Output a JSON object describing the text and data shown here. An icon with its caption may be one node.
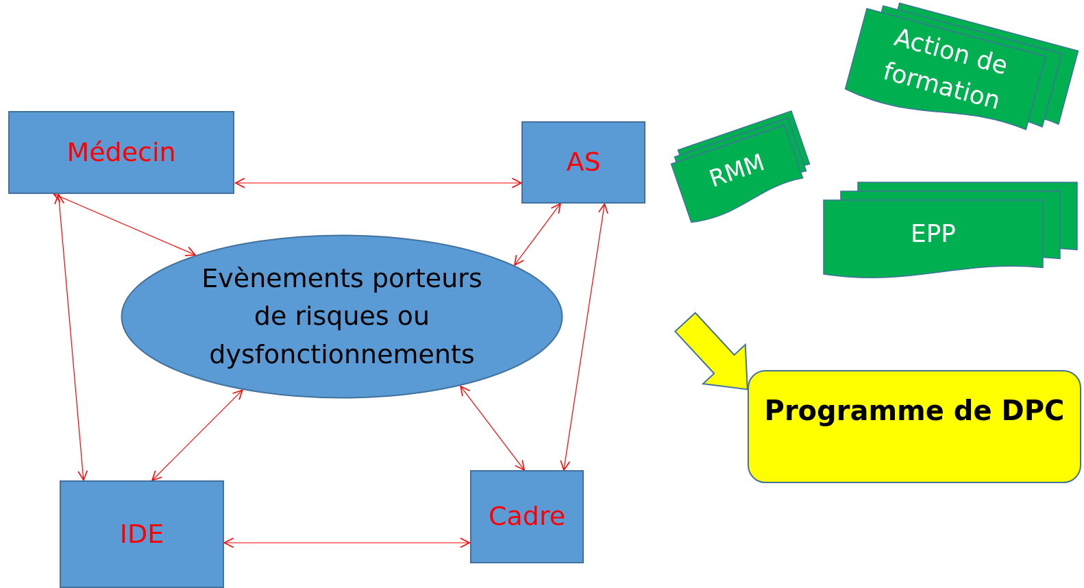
{
  "diagram": {
    "nodes": [
      {
        "text": [
          "Médecin"
        ]
      },
      {
        "text": [
          "AS"
        ]
      },
      {
        "text": [
          "Evènements porteurs de risques ou dysfonctionnements"
        ]
      },
      {
        "text": [
          "IDE"
        ]
      },
      {
        "text": [
          "Cadre"
        ]
      },
      {
        "text": [
          "RMM"
        ]
      },
      {
        "text": [
          "Action de formation"
        ]
      },
      {
        "text": [
          "EPP"
        ]
      },
      {
        "text": [
          "Programme de DPC"
        ]
      }
    ],
    "edges": [
      {
        "from": 0,
        "to": 1,
        "arrow": "both"
      },
      {
        "from": 0,
        "to": 2,
        "arrow": "both"
      },
      {
        "from": 0,
        "to": 3,
        "arrow": "both"
      },
      {
        "from": 1,
        "to": 2,
        "arrow": "both"
      },
      {
        "from": 2,
        "to": 3,
        "arrow": "both"
      },
      {
        "from": 2,
        "to": 4,
        "arrow": "both"
      },
      {
        "from": 1,
        "to": 4,
        "arrow": "both"
      },
      {
        "from": 3,
        "to": 4,
        "arrow": "both"
      },
      {
        "from": null,
        "to": 8,
        "arrow": "to",
        "style": "thick",
        "color": "#ffff00"
      }
    ]
  }
}
